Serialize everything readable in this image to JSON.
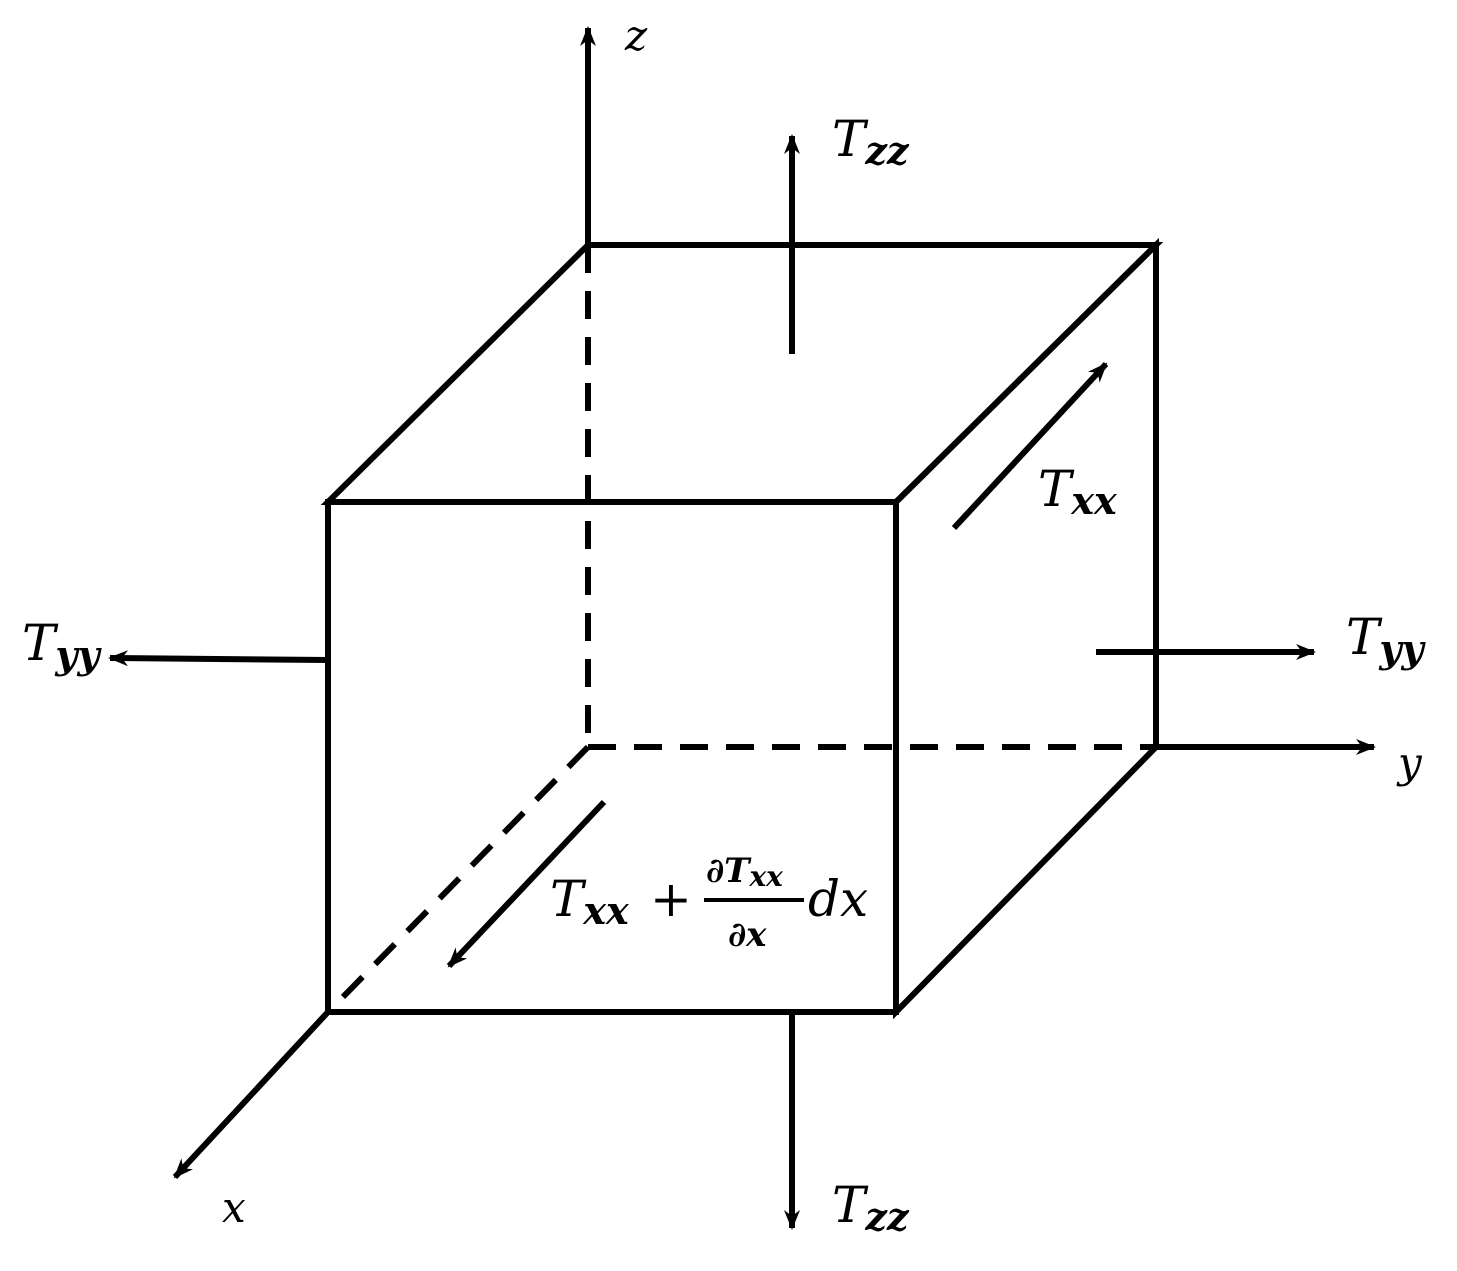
{
  "diagram": {
    "axis_labels": {
      "x": "x",
      "y": "y",
      "z": "z"
    },
    "force_labels": {
      "tzz_top": {
        "base": "T",
        "sub": "zz"
      },
      "tzz_bottom": {
        "base": "T",
        "sub": "zz"
      },
      "tyy_left": {
        "base": "T",
        "sub": "yy"
      },
      "tyy_right": {
        "base": "T",
        "sub": "yy"
      },
      "txx_back": {
        "base": "T",
        "sub": "xx"
      }
    },
    "front_expression": {
      "lhs_base": "T",
      "lhs_sub": "xx",
      "plus": "+",
      "frac_num": "∂T",
      "frac_num_sub": "xx",
      "frac_den": "∂x",
      "tail": "dx"
    },
    "colors": {
      "stroke": "#000000",
      "background": "#ffffff"
    }
  }
}
